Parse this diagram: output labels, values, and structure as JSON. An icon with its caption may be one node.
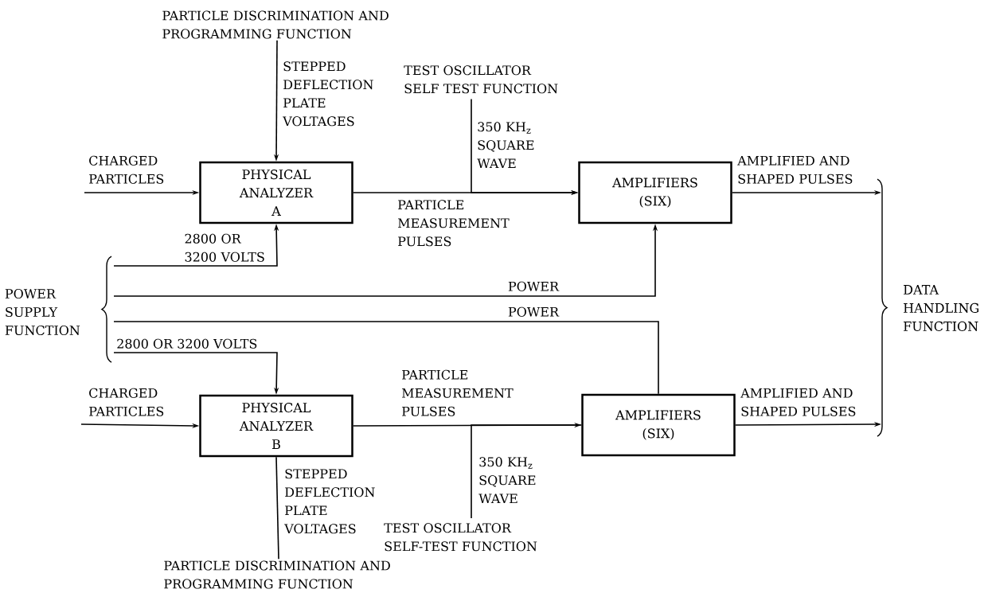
{
  "diagram": {
    "nodes": [
      {
        "text": [
          "PARTICLE DISCRIMINATION AND PROGRAMMING FUNCTION"
        ]
      },
      {
        "text": [
          "TEST OSCILLATOR SELF TEST FUNCTION"
        ]
      },
      {
        "text": [
          "PHYSICAL ANALYZER A"
        ]
      },
      {
        "text": [
          "AMPLIFIERS (SIX)"
        ]
      },
      {
        "text": [
          "POWER SUPPLY FUNCTION"
        ]
      },
      {
        "text": [
          "PHYSICAL ANALYZER B"
        ]
      },
      {
        "text": [
          "AMPLIFIERS (SIX)"
        ]
      },
      {
        "text": [
          "DATA HANDLING FUNCTION"
        ]
      },
      {
        "text": [
          "TEST OSCILLATOR SELF-TEST FUNCTION"
        ]
      },
      {
        "text": [
          "PARTICLE DISCRIMINATION AND PROGRAMMING FUNCTION"
        ]
      }
    ],
    "edges": [
      {
        "from": 0,
        "to": 2,
        "arrow": "to",
        "label": "STEPPED DEFLECTION PLATE VOLTAGES"
      },
      {
        "from": null,
        "to": 2,
        "arrow": "to",
        "label": "CHARGED PARTICLES"
      },
      {
        "from": 2,
        "to": 3,
        "arrow": "to",
        "label": "PARTICLE MEASUREMENT PULSES"
      },
      {
        "from": 1,
        "to": 3,
        "arrow": "to",
        "label": "350 KH$_{z}$ SQUARE WAVE"
      },
      {
        "from": 4,
        "to": 2,
        "arrow": "to",
        "label": "2800 OR 3200 VOLTS"
      },
      {
        "from": 4,
        "to": 3,
        "arrow": "to",
        "label": "POWER"
      },
      {
        "from": 4,
        "to": 6,
        "arrow": "none",
        "label": "POWER"
      },
      {
        "from": 4,
        "to": 5,
        "arrow": "to",
        "label": "2800 OR 3200 VOLTS"
      },
      {
        "from": null,
        "to": 5,
        "arrow": "to",
        "label": "CHARGED PARTICLES"
      },
      {
        "from": 5,
        "to": 6,
        "arrow": "to",
        "label": "PARTICLE MEASUREMENT PULSES"
      },
      {
        "from": 8,
        "to": 6,
        "arrow": "none",
        "label": "350 KH$_{z}$ SQUARE WAVE"
      },
      {
        "from": 9,
        "to": 5,
        "arrow": "none",
        "label": "STEPPED DEFLECTION PLATE VOLTAGES"
      },
      {
        "from": 3,
        "to": 7,
        "arrow": "to",
        "label": "AMPLIFIED AND SHAPED PULSES"
      },
      {
        "from": 6,
        "to": 7,
        "arrow": "to",
        "label": "AMPLIFIED AND SHAPED PULSES"
      }
    ]
  }
}
